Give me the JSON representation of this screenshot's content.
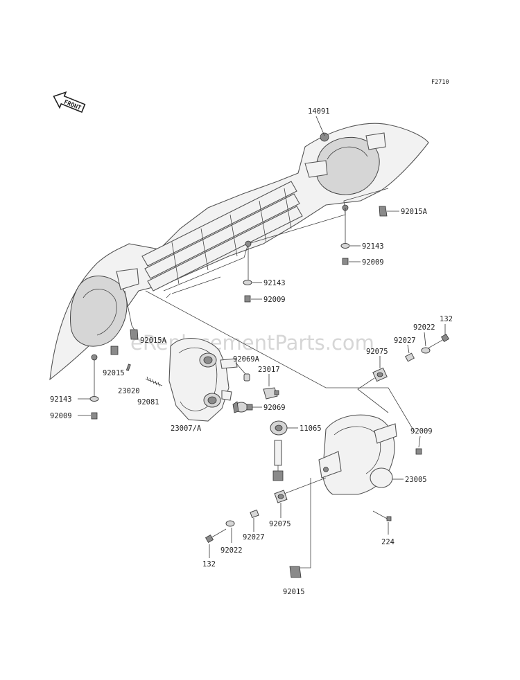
{
  "diagram_code": "F2710",
  "front_label": "FRONT",
  "watermark": "eReplacementParts.com",
  "parts": {
    "p14091": "14091",
    "p92015A_right": "92015A",
    "p92143_mid_right": "92143",
    "p92009_mid_right": "92009",
    "p92143_center": "92143",
    "p92009_center": "92009",
    "p92015A_left": "92015A",
    "p92015_left": "92015",
    "p23020": "23020",
    "p92081": "92081",
    "p92143_left": "92143",
    "p92009_left": "92009",
    "p92069A": "92069A",
    "p23017": "23017",
    "p92069": "92069",
    "p11065": "11065",
    "p23007A": "23007/A",
    "p132_top": "132",
    "p92022_top": "92022",
    "p92027_top": "92027",
    "p92075_top": "92075",
    "p92009_right": "92009",
    "p23005": "23005",
    "p224": "224",
    "p92075_bottom": "92075",
    "p92027_bottom": "92027",
    "p92022_bottom": "92022",
    "p132_bottom": "132",
    "p92015_bottom": "92015"
  }
}
